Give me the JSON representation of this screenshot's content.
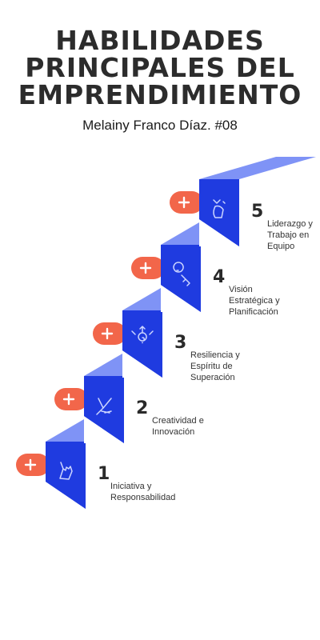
{
  "title_lines": [
    "HABILIDADES",
    "PRINCIPALES DEL",
    "EMPRENDIMIENTO"
  ],
  "subtitle": "Melainy Franco Díaz. #08",
  "colors": {
    "step_front": "#1f3be0",
    "step_top": "#7f93f6",
    "plus": "#f2664a",
    "text": "#2c2c2c"
  },
  "steps": [
    {
      "number": "1",
      "label": "Iniciativa y Responsabilidad",
      "icon": "pointing-hand-icon"
    },
    {
      "number": "2",
      "label": "Creatividad e Innovación",
      "icon": "victory-hand-icon"
    },
    {
      "number": "3",
      "label": "Resiliencia y Espíritu de Superación",
      "icon": "question-arrows-icon"
    },
    {
      "number": "4",
      "label": "Visión Estratégica y Planificación",
      "icon": "key-icon"
    },
    {
      "number": "5",
      "label": "Liderazgo y Trabajo en Equipo",
      "icon": "hands-icon"
    }
  ]
}
